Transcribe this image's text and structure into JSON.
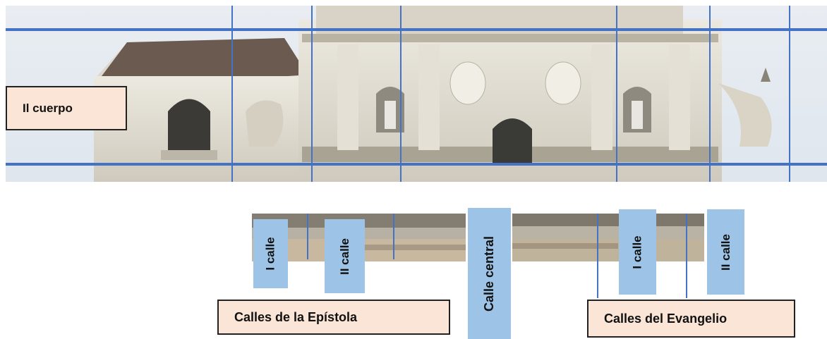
{
  "top_label": "Il cuerpo",
  "epistola_label": "Calles de la Epístola",
  "evangelio_label": "Calles del Evangelio",
  "streets": {
    "epistola_1": "I calle",
    "epistola_2": "II calle",
    "central": "Calle  central",
    "evangelio_1": "I calle",
    "evangelio_2": "II calle"
  },
  "colors": {
    "grid_line": "#4472c4",
    "label_fill": "#fbe5d6",
    "street_fill": "#9dc3e6"
  }
}
